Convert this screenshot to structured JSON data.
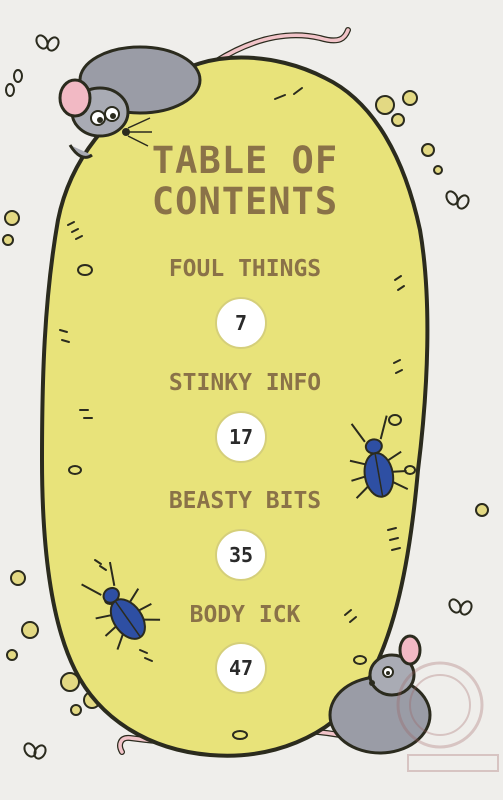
{
  "toc": {
    "title_line1": "TABLE OF",
    "title_line2": "CONTENTS",
    "entries": [
      {
        "label": "FOUL THINGS",
        "page": "7"
      },
      {
        "label": "STINKY INFO",
        "page": "17"
      },
      {
        "label": "BEASTY BITS",
        "page": "35"
      },
      {
        "label": "BODY ICK",
        "page": "47"
      }
    ]
  },
  "colors": {
    "background": "#efeeeb",
    "blob_fill": "#e8e37a",
    "blob_outline": "#2b2b1e",
    "heading_text": "#8a7248",
    "badge_fill": "#ffffff",
    "beetle": "#2e4fa3"
  },
  "icons": [
    "rat-icon",
    "beetle-icon",
    "fly-icon",
    "crumb-icon",
    "watermark-seal"
  ]
}
